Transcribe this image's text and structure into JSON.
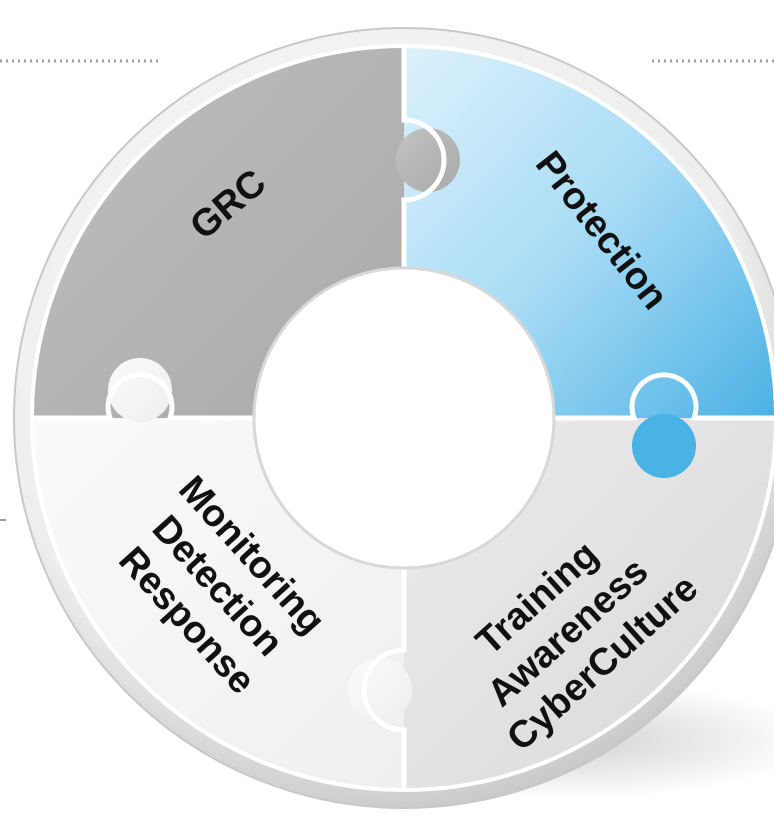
{
  "segments": [
    {
      "id": "grc",
      "lines": [
        "GRC"
      ],
      "fill": "#b3b3b3"
    },
    {
      "id": "protection",
      "lines": [
        "Protection"
      ],
      "fill": "#8fd0f2"
    },
    {
      "id": "monitoring",
      "lines": [
        "Monitoring",
        "Detection",
        "Response"
      ],
      "fill": "#f7f7f7"
    },
    {
      "id": "training",
      "lines": [
        "Training",
        "Awareness",
        "CyberCulture"
      ],
      "fill": "#e4e4e4"
    }
  ],
  "colors": {
    "rim": "#dcdcdc",
    "divider": "#ffffff",
    "text": "#111111",
    "dotted_line": "#a0a0a0"
  }
}
